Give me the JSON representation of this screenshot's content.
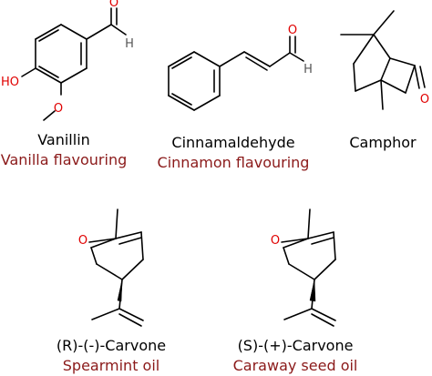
{
  "colors": {
    "oxygen": "#e00000",
    "hydrogen": "#555555",
    "bond": "#000000",
    "use_text": "#8b1a1a"
  },
  "atom_labels": {
    "oxygen": "O",
    "hydrogen": "H",
    "hydroxyl_ho": "HO"
  },
  "molecules": [
    {
      "name": "Vanillin",
      "use": "Vanilla flavouring"
    },
    {
      "name": "Cinnamaldehyde",
      "use": "Cinnamon flavouring"
    },
    {
      "name": "Camphor",
      "use": ""
    },
    {
      "name": "(R)-(-)-Carvone",
      "use": "Spearmint oil"
    },
    {
      "name": "(S)-(+)-Carvone",
      "use": "Caraway seed oil"
    }
  ]
}
